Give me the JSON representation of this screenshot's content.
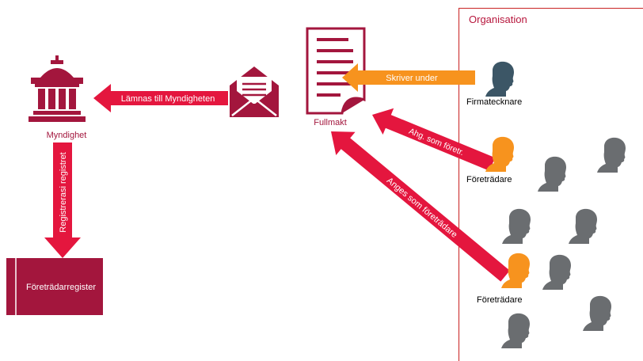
{
  "colors": {
    "crimson": "#e4163e",
    "maroon": "#a3163d",
    "orange": "#f7931e",
    "person_dark": "#3c5666",
    "person_gray": "#6a6d70",
    "org_border": "#cf3a3a"
  },
  "organisation": {
    "title": "Organisation"
  },
  "authority": {
    "label": "Myndighet",
    "icon": "government-building-icon"
  },
  "document": {
    "label": "Fullmakt",
    "icon": "document-icon"
  },
  "envelope": {
    "icon": "envelope-icon"
  },
  "register": {
    "label": "Företrädarregister"
  },
  "persons": {
    "signatory": "Firmatecknare",
    "rep_1": "Företrädare",
    "rep_2": "Företrädare"
  },
  "arrows": {
    "submitted": "Lämnas till Myndigheten",
    "registered": "Registrerasi registret",
    "signs": "Skriver under",
    "acts_as_rep": "Ahg. som företr.",
    "stated_as_rep": "Anges som företrädare"
  }
}
